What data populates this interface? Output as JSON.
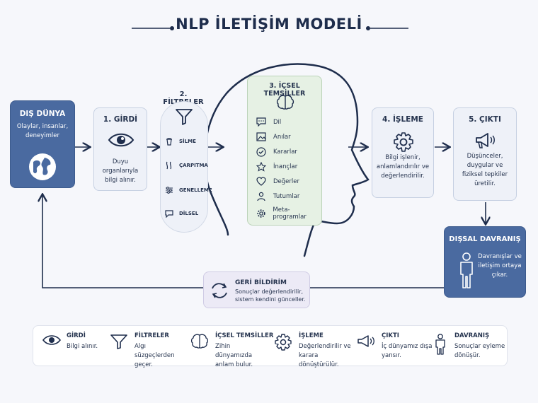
{
  "title": "NLP İLETİŞİM MODELİ",
  "dis_dunya": {
    "title": "DIŞ DÜNYA",
    "text": "Olaylar, insanlar, deneyimler"
  },
  "girdi": {
    "title": "1. GİRDİ",
    "text": "Duyu organlarıyla bilgi alınır."
  },
  "filtreler": {
    "title": "2. FİLTRELER",
    "items": [
      "SİLME",
      "ÇARPITMA",
      "GENELLEME",
      "DİLSEL"
    ]
  },
  "temsiller": {
    "title": "3. İÇSEL TEMSİLLER",
    "items": [
      "Dil",
      "Anılar",
      "Kararlar",
      "İnançlar",
      "Değerler",
      "Tutumlar",
      "Meta-programlar"
    ]
  },
  "isleme": {
    "title": "4. İŞLEME",
    "text": "Bilgi işlenir, anlamlandırılır ve değerlendirilir."
  },
  "cikti": {
    "title": "5. ÇIKTI",
    "text": "Düşünceler, duygular ve fiziksel tepkiler üretilir."
  },
  "davranis": {
    "title": "DIŞSAL DAVRANIŞ",
    "text": "Davranışlar ve iletişim ortaya çıkar."
  },
  "geri": {
    "title": "GERİ BİLDİRİM",
    "text": "Sonuçlar değerlendirilir, sistem kendini günceller."
  },
  "legend": [
    {
      "title": "GİRDİ",
      "text": "Bilgi alınır.",
      "icon": "eye-icon"
    },
    {
      "title": "FİLTRELER",
      "text": "Algı süzgeçlerden geçer.",
      "icon": "funnel-icon"
    },
    {
      "title": "İÇSEL TEMSİLLER",
      "text": "Zihin dünyamızda anlam bulur.",
      "icon": "brain-icon"
    },
    {
      "title": "İŞLEME",
      "text": "Değerlendirilir ve karara dönüştürülür.",
      "icon": "gear-icon"
    },
    {
      "title": "ÇIKTI",
      "text": "İç dünyamız dışa yansır.",
      "icon": "megaphone-icon"
    },
    {
      "title": "DAVRANIŞ",
      "text": "Sonuçlar eyleme dönüşür.",
      "icon": "person-icon"
    }
  ],
  "colors": {
    "navy": "#1e2d4c",
    "blue": "#4a6aa0",
    "green_bg": "#e6f1e4",
    "light_bg": "#eef1f8"
  }
}
